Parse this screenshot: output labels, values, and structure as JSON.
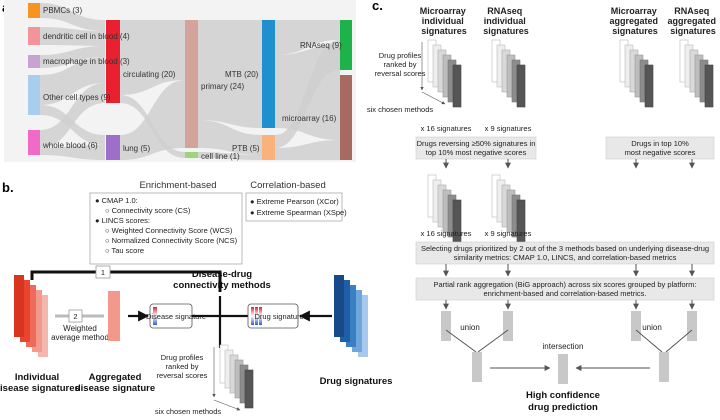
{
  "panel_a": {
    "panel_label": "a.",
    "nodes": {
      "pbmc": "PBMCs (3)",
      "dc": "dendritic cell in blood (4)",
      "mac": "macrophage in blood (3)",
      "other": "Other cell types (9)",
      "whole": "whole blood (6)",
      "circ": "circulating (20)",
      "lung": "lung (5)",
      "primary": "primary (24)",
      "cellline": "cell line (1)",
      "mtb": "MTB (20)",
      "ptb": "PTB (5)",
      "rnaseq": "RNAseq (9)",
      "micro": "microarray (16)"
    },
    "colors": {
      "pbmc": "#f7931e",
      "dc": "#f2949a",
      "mac": "#c8a2d4",
      "other": "#a9cdef",
      "whole": "#f26ac8",
      "circ": "#e8202f",
      "lung": "#9d6fc9",
      "primary": "#d4a39c",
      "cellline": "#9ed47c",
      "mtb": "#1f8fcf",
      "ptb": "#f9b27c",
      "rnaseq": "#1db34a",
      "micro": "#a66a62",
      "flow": "#cfcfcf"
    }
  },
  "panel_b": {
    "panel_label": "b.",
    "enrichment_header": "Enrichment-based",
    "correlation_header": "Correlation-based",
    "enrichment_items": [
      "CMAP 1.0:",
      "Connectivity score (CS)",
      "LINCS scores:",
      "Weighted Connectivity Score (WCS)",
      "Normalized Connectivity Score (NCS)",
      "Tau score"
    ],
    "correlation_items": [
      "Extreme Pearson (XCor)",
      "Extreme Spearman (XSpe)"
    ],
    "connectivity_title_1": "Disease-drug",
    "connectivity_title_2": "connectivity methods",
    "step_1": "1",
    "step_2": "2",
    "weighted_1": "Weighted",
    "weighted_2": "average method",
    "disease_signature": "Disease signature",
    "drug_signatures_box": "Drug signatures",
    "profiles_1": "Drug profiles",
    "profiles_2": "ranked by",
    "profiles_3": "reversal scores",
    "six_methods": "six chosen methods",
    "individual_1": "Individual",
    "individual_2": "disease signatures",
    "aggregated_1": "Aggregated",
    "aggregated_2": "disease signature",
    "drug_signatures": "Drug signatures"
  },
  "panel_c": {
    "panel_label": "c.",
    "col_headers": [
      [
        "Microarray",
        "individual",
        "signatures"
      ],
      [
        "RNAseq",
        "individual",
        "signatures"
      ],
      [
        "Microarray",
        "aggregated",
        "signatures"
      ],
      [
        "RNAseq",
        "aggregated",
        "signatures"
      ]
    ],
    "profiles_1": "Drug profiles",
    "profiles_2": "ranked by",
    "profiles_3": "reversal scores",
    "six_methods": "six chosen methods",
    "x16": "x 16 signatures",
    "x9": "x 9 signatures",
    "reversing_1": "Drugs reversing ≥50% signatures in",
    "reversing_2": "top 10% most negative scores",
    "top10_1": "Drugs in top 10%",
    "top10_2": "most negative scores",
    "selecting_1": "Selecting drugs prioritized by 2 out of the 3 methods based on underlying disease-drug",
    "selecting_2": "similarity metrics: CMAP 1.0, LINCS, and correlation-based metrics",
    "partial_1": "Partial rank aggregation (BiG approach) across six scores grouped by platform:",
    "partial_2": "enrichment-based and correlation-based metrics.",
    "union": "union",
    "intersection": "intersection",
    "high_1": "High confidence",
    "high_2": "drug prediction"
  }
}
